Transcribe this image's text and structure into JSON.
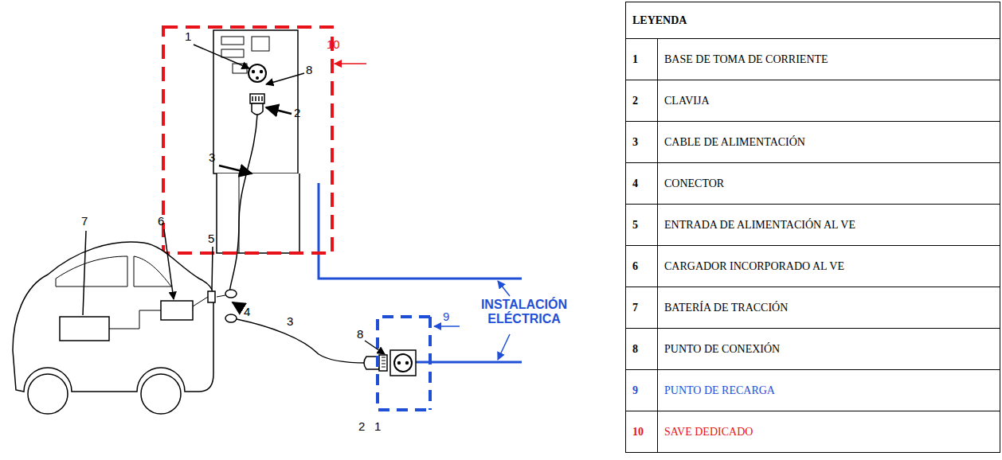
{
  "diagram": {
    "labels": [
      "1",
      "8",
      "2",
      "3",
      "10",
      "7",
      "6",
      "5",
      "4",
      "3",
      "8",
      "2",
      "1",
      "9",
      "INSTALACIÓN ELÉCTRICA",
      "LEYENDA",
      "1",
      "BASE DE TOMA DE CORRIENTE",
      "2",
      "CLAVIJA",
      "3",
      "CABLE DE ALIMENTACIÓN",
      "4",
      "CONECTOR",
      "5",
      "ENTRADA DE ALIMENTACIÓN AL VE",
      "6",
      "CARGADOR INCORPORADO AL VE",
      "7",
      "BATERÍA DE TRACCIÓN",
      "8",
      "PUNTO DE CONEXIÓN",
      "9",
      "PUNTO DE RECARGA",
      "10",
      "SAVE DEDICADO"
    ]
  }
}
